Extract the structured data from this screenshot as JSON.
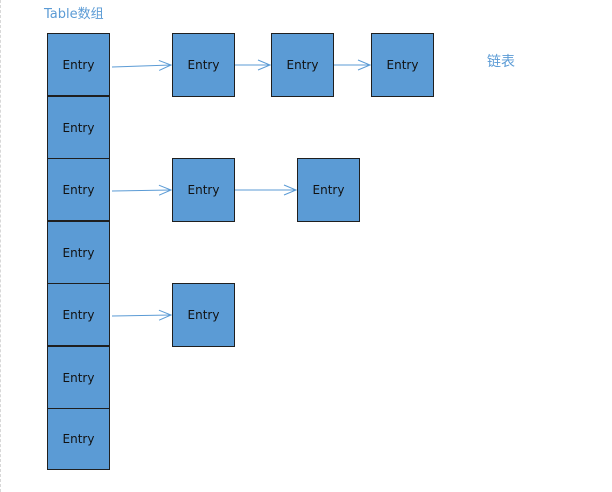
{
  "table_label": "Table数组",
  "list_label": "链表",
  "entry_label": "Entry",
  "colors": {
    "box_fill": "#5b9bd5",
    "box_border": "#1f1f1f",
    "arrow": "#5b9bd5",
    "label": "#5b9bd5"
  },
  "table": {
    "slots": [
      {
        "label": "Entry",
        "chain": [
          "Entry",
          "Entry",
          "Entry"
        ]
      },
      {
        "label": "Entry",
        "chain": []
      },
      {
        "label": "Entry",
        "chain": [
          "Entry",
          "Entry"
        ]
      },
      {
        "label": "Entry",
        "chain": []
      },
      {
        "label": "Entry",
        "chain": [
          "Entry"
        ]
      },
      {
        "label": "Entry",
        "chain": []
      },
      {
        "label": "Entry",
        "chain": []
      }
    ]
  }
}
